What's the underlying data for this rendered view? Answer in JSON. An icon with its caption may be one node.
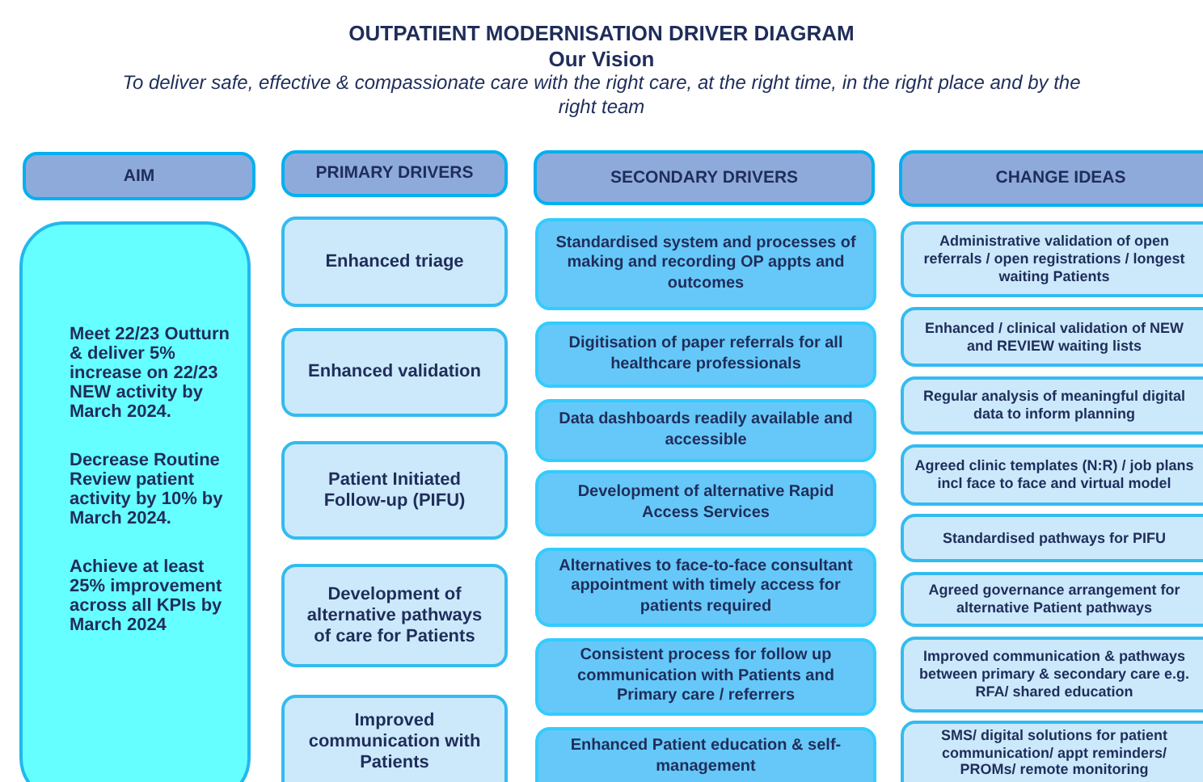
{
  "diagram": {
    "title": "OUTPATIENT MODERNISATION DRIVER DIAGRAM",
    "nodes": [
      {
        "text": [
          "AIM"
        ]
      },
      {
        "text": [
          "PRIMARY DRIVERS"
        ]
      },
      {
        "text": [
          "SECONDARY  DRIVERS"
        ]
      },
      {
        "text": [
          "CHANGE IDEAS"
        ]
      },
      {
        "text": [
          "Meet 22/23 Outturn & deliver 5% increase on 22/23 NEW activity by March 2024.",
          "Decrease Routine Review patient activity by 10% by March 2024.",
          "Achieve at least 25% improvement across all KPIs by March 2024"
        ]
      },
      {
        "text": [
          "Enhanced triage"
        ]
      },
      {
        "text": [
          "Enhanced validation"
        ]
      },
      {
        "text": [
          "Patient Initiated Follow-up (PIFU)"
        ]
      },
      {
        "text": [
          "Development of alternative pathways of care for Patients"
        ]
      },
      {
        "text": [
          "Improved communication with Patients"
        ]
      },
      {
        "text": [
          "Standardised system and processes of making and recording OP appts and outcomes"
        ]
      },
      {
        "text": [
          "Digitisation of paper referrals for all healthcare professionals"
        ]
      },
      {
        "text": [
          "Data dashboards readily available and accessible"
        ]
      },
      {
        "text": [
          "Development of alternative Rapid Access Services"
        ]
      },
      {
        "text": [
          "Alternatives to face-to-face consultant appointment with timely access for patients required"
        ]
      },
      {
        "text": [
          "Consistent process for follow up communication with Patients and Primary care / referrers"
        ]
      },
      {
        "text": [
          "Enhanced Patient education & self-management"
        ]
      },
      {
        "text": [
          "Administrative validation of open referrals / open registrations / longest waiting Patients"
        ]
      },
      {
        "text": [
          "Enhanced / clinical validation of NEW and REVIEW waiting lists"
        ]
      },
      {
        "text": [
          "Regular analysis of meaningful digital data to inform planning"
        ]
      },
      {
        "text": [
          "Agreed clinic templates (N:R) / job plans incl face to face and virtual model"
        ]
      },
      {
        "text": [
          "Standardised pathways for PIFU"
        ]
      },
      {
        "text": [
          "Agreed governance arrangement for alternative Patient pathways"
        ]
      },
      {
        "text": [
          "Improved communication & pathways between primary & secondary care e.g. RFA/ shared education"
        ]
      },
      {
        "text": [
          "SMS/ digital solutions for patient communication/ appt reminders/ PROMs/ remote monitoring"
        ]
      }
    ],
    "labels": [
      "Our Vision",
      "To deliver safe, effective & compassionate care with the right care, at the right time, in the right place and by the right team"
    ]
  }
}
